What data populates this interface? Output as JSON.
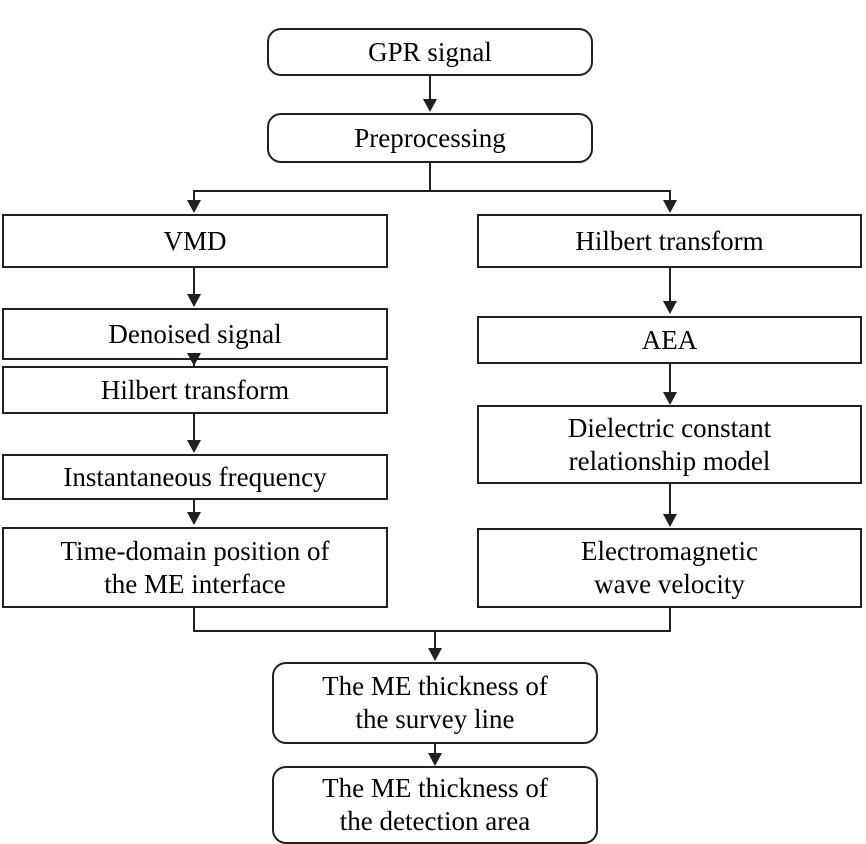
{
  "diagram": {
    "title": "GPR signal processing flowchart for ME thickness detection",
    "background_color": "#ffffff",
    "line_color": "#231f20",
    "text_color": "#000000",
    "nodes": {
      "gpr_signal": "GPR signal",
      "preprocessing": "Preprocessing",
      "vmd": "VMD",
      "denoised_signal": "Denoised signal",
      "hilbert_transform_left": "Hilbert transform",
      "instantaneous_frequency": "Instantaneous frequency",
      "time_domain_position": "Time-domain position of\nthe ME interface",
      "hilbert_transform_right": "Hilbert transform",
      "aea": "AEA",
      "dielectric_constant_model": "Dielectric constant\nrelationship model",
      "electromagnetic_wave_velocity": "Electromagnetic\nwave velocity",
      "me_thickness_survey_line": "The ME thickness of\nthe survey line",
      "me_thickness_detection_area": "The ME thickness of\nthe detection area"
    },
    "edges": [
      {
        "from": "gpr_signal",
        "to": "preprocessing",
        "type": "straight-arrow"
      },
      {
        "from": "preprocessing",
        "to": "vmd",
        "type": "split-branch-left-arrow"
      },
      {
        "from": "preprocessing",
        "to": "hilbert_transform_right",
        "type": "split-branch-right-arrow"
      },
      {
        "from": "vmd",
        "to": "denoised_signal",
        "type": "straight-arrow"
      },
      {
        "from": "denoised_signal",
        "to": "hilbert_transform_left",
        "type": "straight-arrow"
      },
      {
        "from": "hilbert_transform_left",
        "to": "instantaneous_frequency",
        "type": "straight-arrow"
      },
      {
        "from": "instantaneous_frequency",
        "to": "time_domain_position",
        "type": "straight-arrow"
      },
      {
        "from": "hilbert_transform_right",
        "to": "aea",
        "type": "straight-arrow"
      },
      {
        "from": "aea",
        "to": "dielectric_constant_model",
        "type": "straight-arrow"
      },
      {
        "from": "dielectric_constant_model",
        "to": "electromagnetic_wave_velocity",
        "type": "straight-arrow"
      },
      {
        "from": "time_domain_position",
        "to": "me_thickness_survey_line",
        "type": "merge-branch-left"
      },
      {
        "from": "electromagnetic_wave_velocity",
        "to": "me_thickness_survey_line",
        "type": "merge-branch-right"
      },
      {
        "from": "me_thickness_survey_line",
        "to": "me_thickness_detection_area",
        "type": "straight-arrow"
      }
    ]
  }
}
